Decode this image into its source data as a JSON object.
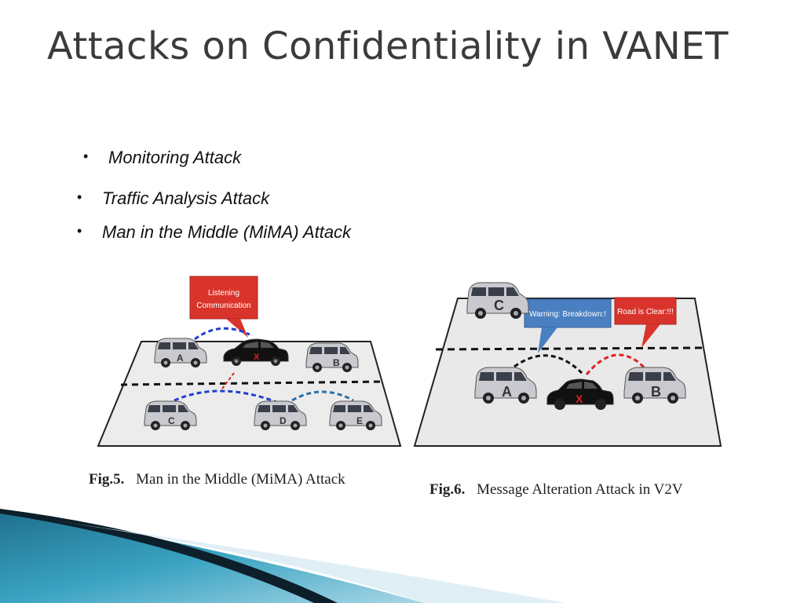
{
  "slide": {
    "title": "Attacks on Confidentiality in VANET",
    "bullets": [
      "Monitoring Attack",
      "Traffic Analysis Attack",
      "Man in the Middle (MiMA) Attack"
    ]
  },
  "figure5": {
    "caption_num": "Fig.5.",
    "caption_text": "Man in the Middle (MiMA) Attack",
    "bubble_line1": "Listening",
    "bubble_line2": "Communication",
    "cars": [
      "A",
      "B",
      "C",
      "D",
      "E"
    ],
    "attacker_mark": "X"
  },
  "figure6": {
    "caption_num": "Fig.6.",
    "caption_text": "Message Alteration Attack in V2V",
    "bubble_warning": "Warning: Breakdown:!",
    "bubble_clear": "Road is Clear:!!!",
    "cars": [
      "C",
      "A",
      "B"
    ],
    "attacker_mark": "X"
  },
  "colors": {
    "blue_arrow": "#1f3fd1",
    "red_arrow": "#e02020",
    "bubble_red": "#d9342b",
    "bubble_blue": "#4a7fc1",
    "road": "#e9e9e9",
    "footer_teal": "#2a8aa8"
  }
}
